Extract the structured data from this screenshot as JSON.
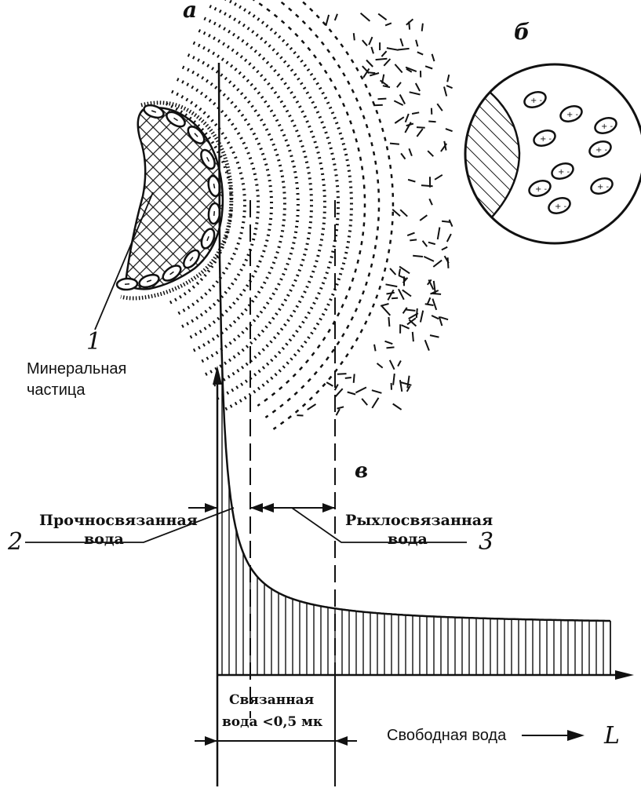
{
  "panel_labels": {
    "a": "а",
    "b": "б",
    "v": "в"
  },
  "callouts": {
    "n1": "1",
    "n2": "2",
    "n3": "3"
  },
  "text": {
    "mineral_line1": "Минеральная",
    "mineral_line2": "частица",
    "strong_line1": "Прочносвязанная",
    "strong_line2": "вода",
    "loose_line1": "Рыхлосвязанная",
    "loose_line2": "вода",
    "bound_line1": "Связанная",
    "bound_line2": "вода <0,5 мк",
    "free_water": "Свободная вода",
    "axis_L": "L"
  },
  "colors": {
    "ink": "#111111",
    "paper": "#ffffff"
  }
}
